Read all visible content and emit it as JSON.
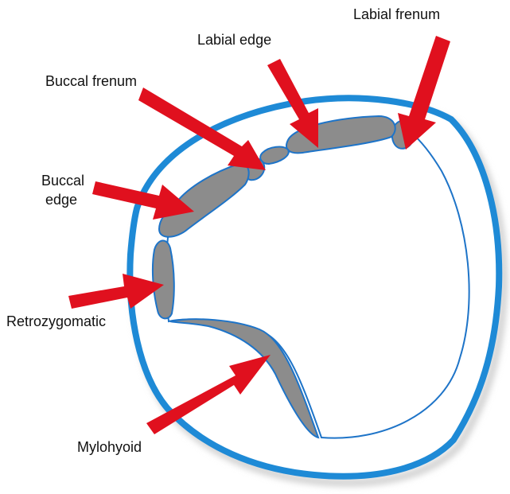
{
  "labels": {
    "labial_frenum": "Labial frenum",
    "labial_edge": "Labial edge",
    "buccal_frenum": "Buccal frenum",
    "buccal_edge_line1": "Buccal",
    "buccal_edge_line2": "edge",
    "retrozygomatic": "Retrozygomatic",
    "mylohyoid": "Mylohyoid"
  },
  "colors": {
    "outline_blue": "#1e8ad6",
    "pad_gray": "#8c8c8c",
    "arrow_red": "#e0101e",
    "inner_line": "#1e74c8",
    "shadow": "#cfcfcf"
  }
}
